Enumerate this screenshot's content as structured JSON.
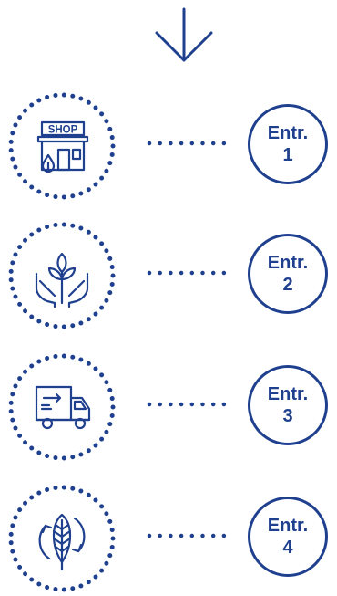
{
  "colors": {
    "accent": "#1f3f8f"
  },
  "steps": [
    {
      "icon": "shop-icon",
      "shop_sign": "SHOP",
      "label": "Entr.",
      "number": "1"
    },
    {
      "icon": "plant-in-hands-icon",
      "label": "Entr.",
      "number": "2"
    },
    {
      "icon": "delivery-truck-icon",
      "label": "Entr.",
      "number": "3"
    },
    {
      "icon": "recycle-leaf-icon",
      "label": "Entr.",
      "number": "4"
    }
  ]
}
